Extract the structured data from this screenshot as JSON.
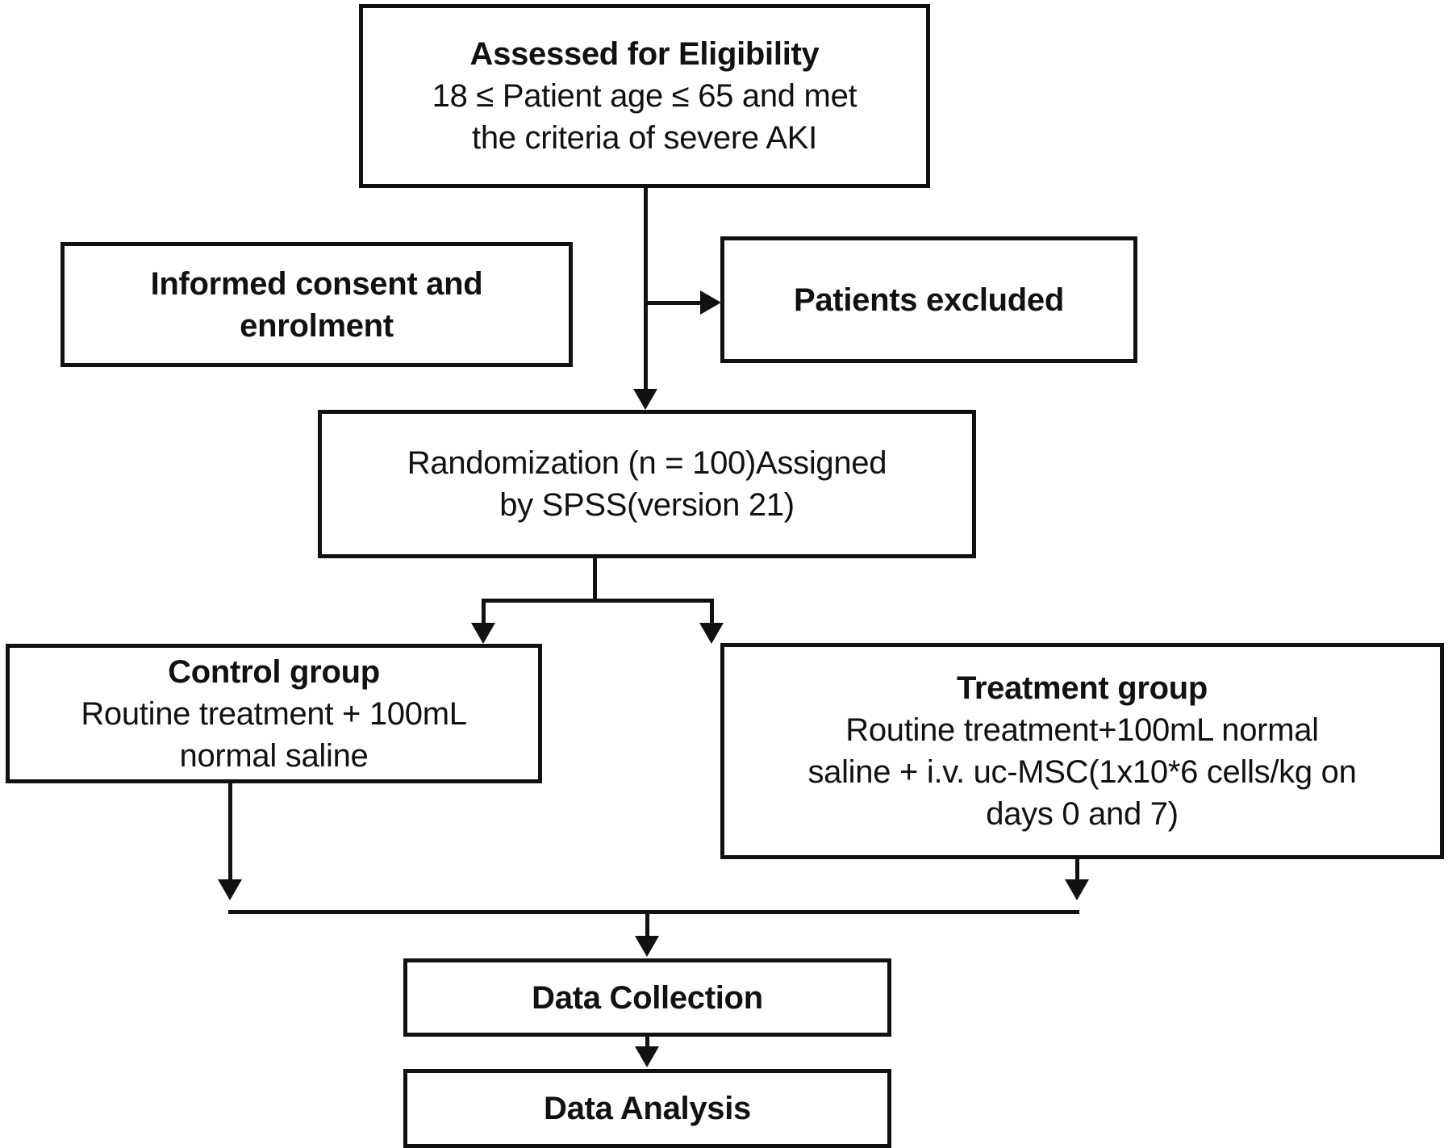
{
  "diagram": {
    "type": "flowchart",
    "title": "CONSORT-style clinical trial enrolment flow diagram",
    "orientation": "top-to-bottom",
    "colors": {
      "line": "#111111",
      "box_fill": "#ffffff",
      "text": "#111111"
    },
    "nodes": [
      {
        "id": "eligibility",
        "name": "assessed-for-eligibility",
        "title": "Assessed for Eligibility",
        "body_lines": [
          "18 ≤ Patient age ≤ 65 and met",
          "the criteria of severe AKI"
        ]
      },
      {
        "id": "consent",
        "name": "informed-consent-and-enrolment",
        "title": "Informed consent and\nenrolment",
        "title_lines": [
          "Informed consent and",
          "enrolment"
        ],
        "body_lines": []
      },
      {
        "id": "excluded",
        "name": "patients-excluded",
        "title": "Patients excluded",
        "body_lines": []
      },
      {
        "id": "randomization",
        "name": "randomization",
        "title": "",
        "body_lines": [
          "Randomization (n = 100)Assigned",
          "by SPSS(version 21)"
        ]
      },
      {
        "id": "control",
        "name": "control-group",
        "title": "Control group",
        "body_lines": [
          "Routine treatment + 100mL",
          "normal saline"
        ]
      },
      {
        "id": "treatment",
        "name": "treatment-group",
        "title": "Treatment group",
        "body_lines": [
          "Routine treatment+100mL normal",
          "saline + i.v. uc-MSC(1x10*6 cells/kg on",
          "days 0 and 7)"
        ]
      },
      {
        "id": "collection",
        "name": "data-collection",
        "title": "Data Collection",
        "body_lines": []
      },
      {
        "id": "analysis",
        "name": "data-analysis",
        "title": "Data Analysis",
        "body_lines": []
      }
    ],
    "edges": [
      {
        "from": "eligibility",
        "to": "excluded",
        "style": "elbow-right-arrow"
      },
      {
        "from": "eligibility",
        "to": "randomization",
        "style": "straight-down-arrow"
      },
      {
        "from": "randomization",
        "to": "control",
        "style": "split-down-arrow"
      },
      {
        "from": "randomization",
        "to": "treatment",
        "style": "split-down-arrow"
      },
      {
        "from": "control",
        "to": "collection",
        "style": "merge-down-arrow"
      },
      {
        "from": "treatment",
        "to": "collection",
        "style": "merge-down-arrow"
      },
      {
        "from": "collection",
        "to": "analysis",
        "style": "straight-down-arrow"
      }
    ],
    "labels": {
      "eligibility_title": "Assessed for Eligibility",
      "eligibility_line1": "18 ≤ Patient age ≤ 65 and met",
      "eligibility_line2": "the criteria of severe AKI",
      "consent_line1": "Informed consent and",
      "consent_line2": "enrolment",
      "excluded_title": "Patients excluded",
      "randomization_line1": "Randomization (n = 100)Assigned",
      "randomization_line2": "by SPSS(version 21)",
      "control_title": "Control group",
      "control_line1": "Routine treatment + 100mL",
      "control_line2": "normal saline",
      "treatment_title": "Treatment group",
      "treatment_line1": "Routine treatment+100mL normal",
      "treatment_line2": "saline + i.v. uc-MSC(1x10*6 cells/kg on",
      "treatment_line3": "days 0 and 7)",
      "collection_title": "Data Collection",
      "analysis_title": "Data Analysis"
    }
  }
}
